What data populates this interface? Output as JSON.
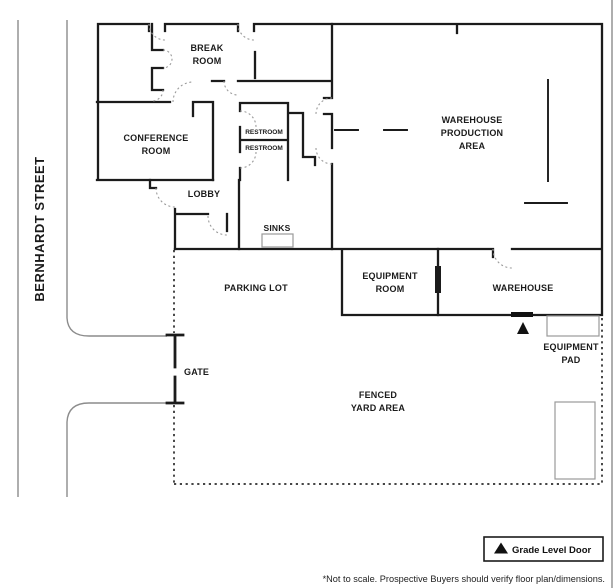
{
  "street": {
    "label": "BERNHARDT STREET"
  },
  "rooms": {
    "break_room": {
      "line1": "BREAK",
      "line2": "ROOM"
    },
    "conference_room": {
      "line1": "CONFERENCE",
      "line2": "ROOM"
    },
    "restroom_top": {
      "label": "RESTROOM"
    },
    "restroom_bottom": {
      "label": "RESTROOM"
    },
    "lobby": {
      "label": "LOBBY"
    },
    "sinks": {
      "label": "SINKS"
    },
    "warehouse_production": {
      "line1": "WAREHOUSE",
      "line2": "PRODUCTION",
      "line3": "AREA"
    },
    "equipment_room": {
      "line1": "EQUIPMENT",
      "line2": "ROOM"
    },
    "warehouse": {
      "label": "WAREHOUSE"
    }
  },
  "exterior": {
    "parking_lot": {
      "label": "PARKING LOT"
    },
    "gate": {
      "label": "GATE"
    },
    "fenced_yard": {
      "line1": "FENCED",
      "line2": "YARD AREA"
    },
    "equipment_pad": {
      "line1": "EQUIPMENT",
      "line2": "PAD"
    }
  },
  "legend": {
    "grade_level_door": "Grade Level Door"
  },
  "footer": {
    "disclaimer": "*Not to scale. Prospective Buyers should verify floor plan/dimensions."
  },
  "colors": {
    "wall": "#1b1b1b",
    "street": "#8c8c8c",
    "door_arc": "#9a9a9a",
    "fence": "#2b2b2b",
    "pad_outline": "#9a9a9a",
    "marker": "#111111",
    "background": "#ffffff"
  }
}
